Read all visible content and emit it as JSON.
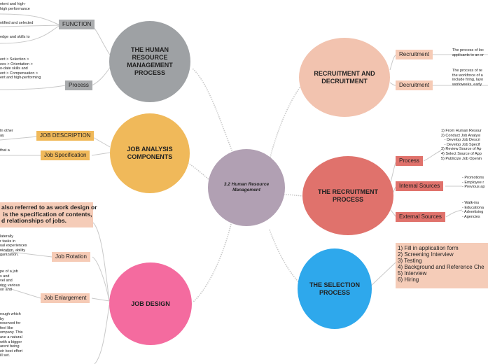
{
  "theme": {
    "hrm": "#9ea1a4",
    "jac": "#f0b95a",
    "jd": "#f46b9f",
    "center": "#b1a0b3",
    "recruit": "#f2c3af",
    "process": "#e0726c",
    "selection": "#2ea8ec",
    "tag_gray": "#a9abad",
    "tag_orange": "#f0b95a",
    "tag_peach": "#f6cbb6",
    "tag_red": "#e0726c",
    "panel_peach": "#f5ccb8",
    "link": "#c9c9c9"
  },
  "center": {
    "label": "3.2 Human Resource Management"
  },
  "hrm": {
    "label": "THE HUMAN RESOURCE MANAGEMENT PROCESS",
    "function_tag": "FUNCTION",
    "process_tag": "Process",
    "function_texts": [
      "etent and high-\nhigh performance",
      "ntified and selected",
      "edge and skills to"
    ],
    "process_text": "ent > Selection >\nees > Orientation >\no-date skills and\nent > Compensation >\nent and high-performing"
  },
  "jac": {
    "label": "JOB ANALYSIS COMPONENTS",
    "job_description": "JOB DESCRIPTION",
    "job_specification": "Job Specification",
    "desc_text": "In other\nay",
    "spec_text": "that a"
  },
  "jd": {
    "label": "JOB DESIGN",
    "intro": "also referred to as work design or\n is the specification of contents,\nd relationships of jobs.",
    "job_rotation": "Job Rotation",
    "job_enlargement": "Job Enlargement",
    "rotation_text": "laterally\nr tasks in\nual experiences\nnization, ability\nganization.",
    "enlargement_text": "pe of a job\ns and\nvel and\nring various\non and",
    "enrich_text": "rough which\nby\nreserved for\nfeel like\nompany. This\nave a natural\nwith a bigger\narent being\neir best effort\nill set."
  },
  "recruit": {
    "label": "RECRUITMENT AND DECRUITMENT",
    "recruitment_tag": "Recruitment",
    "decruitment_tag": "Decruitment",
    "recruitment_text": "The process of loc\napplicants to an or",
    "decruitment_text": "The process of re\nthe workforce of a\ninclude firing, layo\nworkweeks, early"
  },
  "process": {
    "label": "THE RECRUITMENT PROCESS",
    "process_tag": "Process",
    "internal_tag": "Internal Sources",
    "external_tag": "External Sources",
    "process_text": "1) From Human Resour\n2) Conduct Job Analysi\n   - Develop Job Descri\n   - Develop Job Specif\n3) Review Source of Ap\n4) Select Source of App\n5) Publicize Job Openin",
    "internal_text": "- Promotions\n- Employee r\n- Previous ap",
    "external_text": "- Walk-ins\n- Educationa\n- Advertising\n- Agencies"
  },
  "selection": {
    "label": "THE SELECTION PROCESS",
    "steps": "1) Fill in application form\n2) Screening Interview\n3) Testing\n4) Background and Reference Che\n5) Interview\n6) Hiring"
  }
}
